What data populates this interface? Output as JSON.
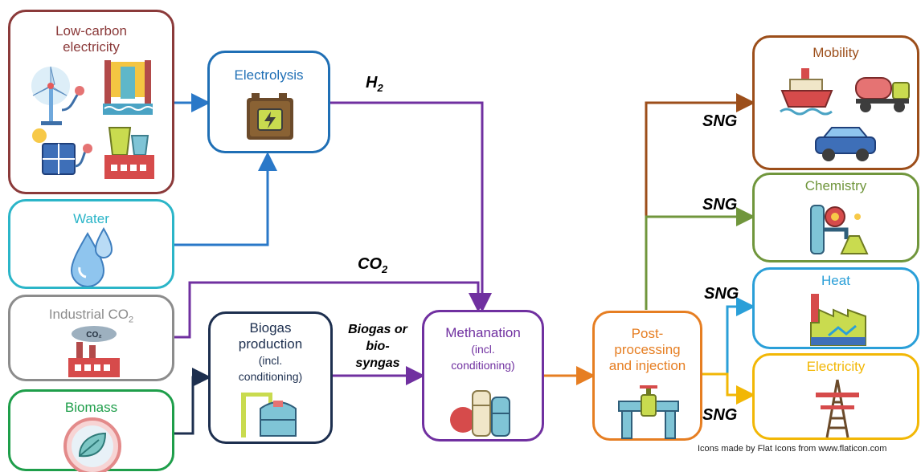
{
  "nodes": {
    "low_carbon": {
      "title_line1": "Low-carbon",
      "title_line2": "electricity",
      "color": "#8B3A3A"
    },
    "water": {
      "title": "Water",
      "color": "#2BB5C8"
    },
    "industrial_co2": {
      "title": "Industrial CO",
      "title_sub": "2",
      "icon_label": "CO₂",
      "color": "#8C8C8C"
    },
    "biomass": {
      "title": "Biomass",
      "color": "#1E9E4A"
    },
    "electrolysis": {
      "title": "Electrolysis",
      "color": "#1F6FB5"
    },
    "biogas": {
      "line1": "Biogas",
      "line2": "production",
      "line3": "(incl.",
      "line4": "conditioning)",
      "color": "#1D2F4F"
    },
    "methanation": {
      "line1": "Methanation",
      "line2": "(incl.",
      "line3": "conditioning)",
      "color": "#7030A0"
    },
    "post": {
      "line1": "Post-",
      "line2": "processing",
      "line3": "and injection",
      "color": "#E67E22"
    },
    "mobility": {
      "title": "Mobility",
      "color": "#9C4E1A"
    },
    "chemistry": {
      "title": "Chemistry",
      "color": "#70963C"
    },
    "heat": {
      "title": "Heat",
      "color": "#2A9FD8"
    },
    "electricity": {
      "title": "Electricity",
      "color": "#F2B705"
    }
  },
  "flows": {
    "h2": {
      "label": "H",
      "sub": "2"
    },
    "co2": {
      "label": "CO",
      "sub": "2"
    },
    "biogas_line1": "Biogas or",
    "biogas_line2": "bio-",
    "biogas_line3": "syngas",
    "sng_mobility": "SNG",
    "sng_chemistry": "SNG",
    "sng_heat": "SNG",
    "sng_electricity": "SNG"
  },
  "credit": "Icons made by Flat Icons from www.flaticon.com"
}
